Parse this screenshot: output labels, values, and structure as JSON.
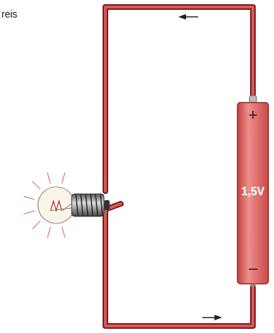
{
  "diagram": {
    "nodes": [
      {
        "text": [
          "+",
          "1,5V",
          "–"
        ]
      }
    ],
    "labels": [
      "reis"
    ]
  }
}
